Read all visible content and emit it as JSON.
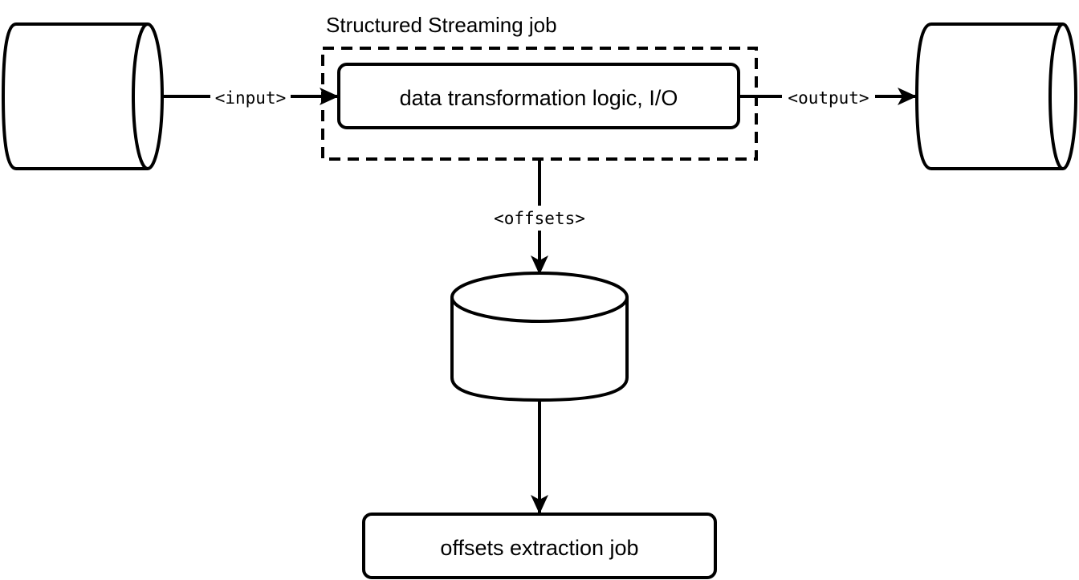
{
  "diagram": {
    "group_title": "Structured Streaming job",
    "nodes": {
      "input_store": {
        "label": ""
      },
      "transform": {
        "label": "data transformation logic, I/O"
      },
      "output_store": {
        "label": ""
      },
      "offsets_store": {
        "label": ""
      },
      "extraction": {
        "label": "offsets extraction job"
      }
    },
    "edges": {
      "input": {
        "label": "<input>"
      },
      "output": {
        "label": "<output>"
      },
      "offsets": {
        "label": "<offsets>"
      },
      "extraction": {
        "label": ""
      }
    },
    "colors": {
      "stroke": "#000000",
      "fill": "#ffffff"
    }
  }
}
